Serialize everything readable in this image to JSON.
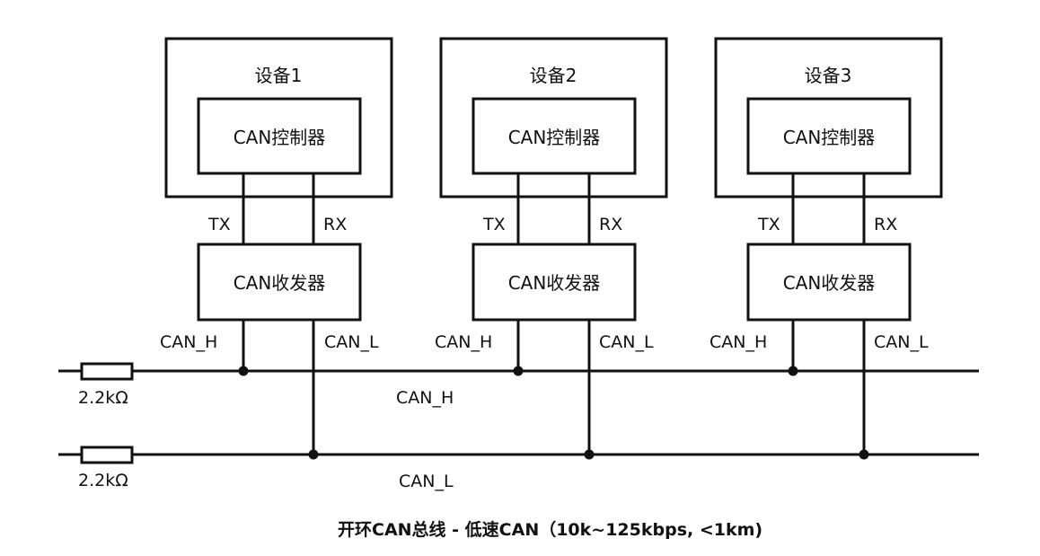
{
  "devices": [
    {
      "title": "设备1",
      "controller": "CAN控制器",
      "transceiver": "CAN收发器",
      "tx": "TX",
      "rx": "RX",
      "can_h": "CAN_H",
      "can_l": "CAN_L"
    },
    {
      "title": "设备2",
      "controller": "CAN控制器",
      "transceiver": "CAN收发器",
      "tx": "TX",
      "rx": "RX",
      "can_h": "CAN_H",
      "can_l": "CAN_L"
    },
    {
      "title": "设备3",
      "controller": "CAN控制器",
      "transceiver": "CAN收发器",
      "tx": "TX",
      "rx": "RX",
      "can_h": "CAN_H",
      "can_l": "CAN_L"
    }
  ],
  "bus": {
    "h_label": "CAN_H",
    "l_label": "CAN_L",
    "resistor_h": "2.2kΩ",
    "resistor_l": "2.2kΩ"
  },
  "caption": "开环CAN总线 - 低速CAN（10k~125kbps, <1km)"
}
